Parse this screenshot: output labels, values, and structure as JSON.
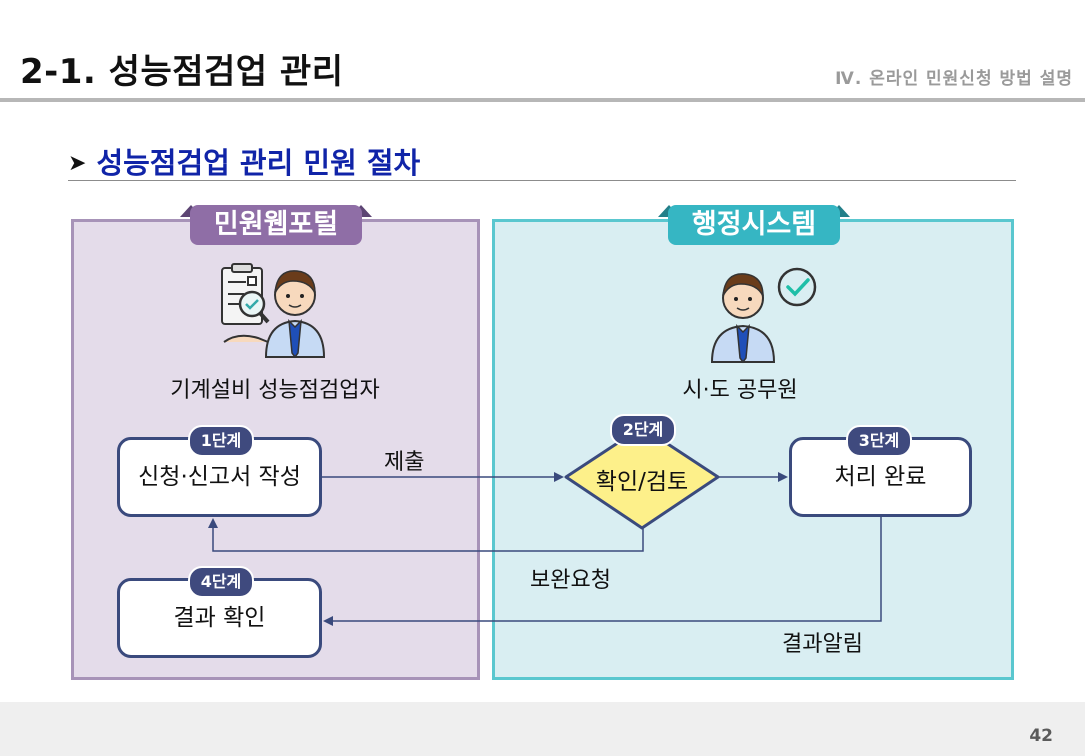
{
  "header": {
    "title": "2-1. 성능점검업 관리",
    "section": "Ⅳ. 온라인 민원신청 방법 설명"
  },
  "subheading": "성능점검업 관리 민원 절차",
  "panels": {
    "left": {
      "tab": "민원웹포털",
      "actor": "기계설비 성능점검업자"
    },
    "right": {
      "tab": "행정시스템",
      "actor": "시·도 공무원"
    }
  },
  "steps": [
    {
      "badge": "1단계",
      "label": "신청·신고서 작성"
    },
    {
      "badge": "2단계",
      "label": "확인/검토"
    },
    {
      "badge": "3단계",
      "label": "처리 완료"
    },
    {
      "badge": "4단계",
      "label": "결과 확인"
    }
  ],
  "flows": {
    "submit": "제출",
    "supplement": "보완요청",
    "notify": "결과알림"
  },
  "footer": {
    "page_number": "42"
  },
  "colors": {
    "left_panel_bg": "#e4dcea",
    "left_panel_border": "#a793b8",
    "right_panel_bg": "#d9eef2",
    "right_panel_border": "#5ac7cf",
    "diamond_fill": "#fdf08a",
    "step_border": "#3a4a7d",
    "heading_blue": "#1024a8"
  },
  "icons": [
    "clipboard-magnifier-icon",
    "applicant-person-icon",
    "official-person-icon",
    "check-circle-icon"
  ]
}
